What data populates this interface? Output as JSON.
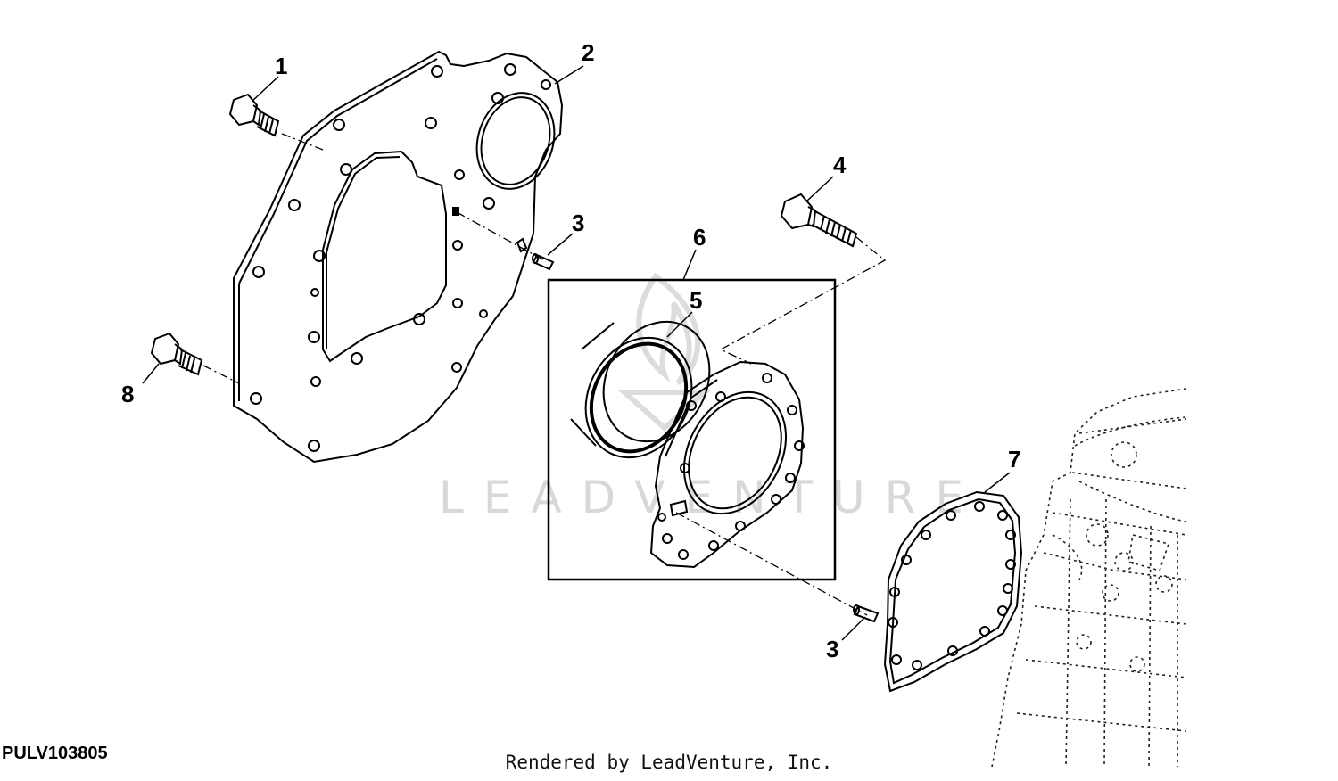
{
  "diagram": {
    "figure_id": "PULV103805",
    "render_credit": "Rendered by LeadVenture, Inc.",
    "watermark": "LEADVENTURE",
    "callouts": {
      "bolt_top": "1",
      "housing_plate": "2",
      "dowel_upper": "3",
      "dowel_lower": "3",
      "cap_screw": "4",
      "seal_ring": "5",
      "seal_kit": "6",
      "gasket": "7",
      "bolt_bottom": "8"
    }
  }
}
